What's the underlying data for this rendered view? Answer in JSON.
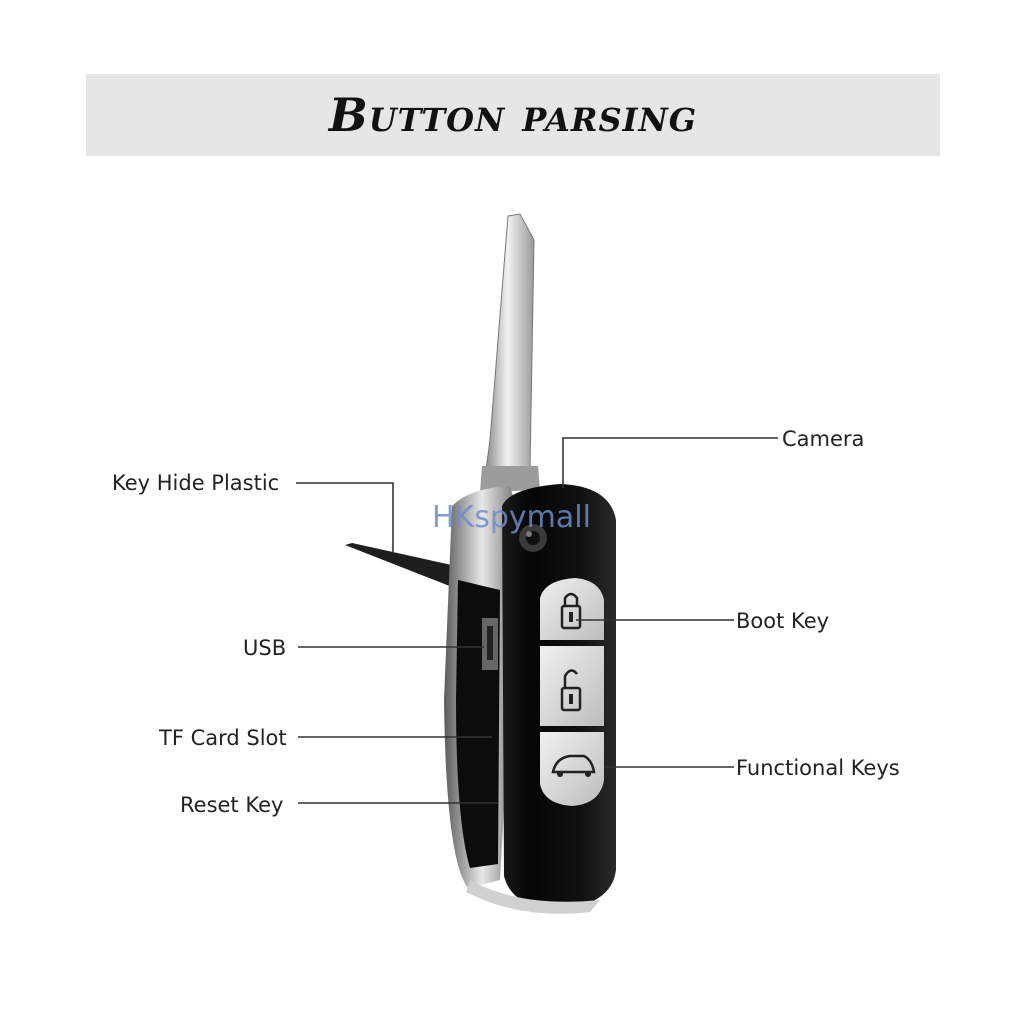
{
  "header": {
    "title": "Button parsing"
  },
  "watermark": "HKspymall",
  "labels": {
    "camera": "Camera",
    "key_hide_plastic": "Key Hide Plastic",
    "boot_key": "Boot Key",
    "usb": "USB",
    "tf_card_slot": "TF Card Slot",
    "functional_keys": "Functional Keys",
    "reset_key": "Reset Key"
  },
  "icons": {
    "button_top": "padlock-closed-icon",
    "button_middle": "padlock-open-icon",
    "button_bottom": "car-trunk-icon"
  }
}
